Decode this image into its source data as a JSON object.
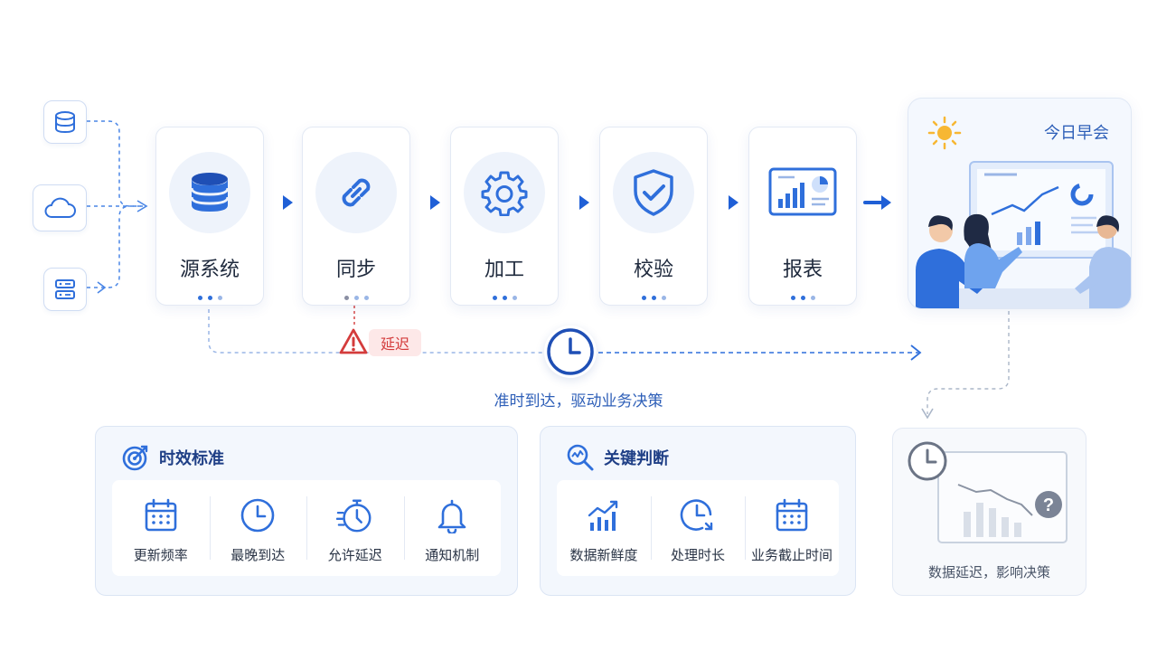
{
  "stages": [
    {
      "label": "源系统",
      "icon": "database-icon"
    },
    {
      "label": "同步",
      "icon": "link-icon"
    },
    {
      "label": "加工",
      "icon": "gear-icon"
    },
    {
      "label": "校验",
      "icon": "shield-check-icon"
    },
    {
      "label": "报表",
      "icon": "report-dashboard-icon"
    }
  ],
  "sources": [
    "database-icon",
    "cloud-icon",
    "server-icon"
  ],
  "meeting": {
    "title": "今日早会"
  },
  "delay": {
    "label": "延迟"
  },
  "caption": "准时到达，驱动业务决策",
  "standards": {
    "title": "时效标准",
    "items": [
      {
        "label": "更新频率",
        "icon": "calendar-icon"
      },
      {
        "label": "最晚到达",
        "icon": "clock-icon"
      },
      {
        "label": "允许延迟",
        "icon": "stopwatch-icon"
      },
      {
        "label": "通知机制",
        "icon": "bell-icon"
      }
    ]
  },
  "judgement": {
    "title": "关键判断",
    "items": [
      {
        "label": "数据新鲜度",
        "icon": "bar-trend-icon"
      },
      {
        "label": "处理时长",
        "icon": "clock-arrow-icon"
      },
      {
        "label": "业务截止时间",
        "icon": "calendar-icon"
      }
    ]
  },
  "impact": {
    "label": "数据延迟，影响决策"
  },
  "colors": {
    "primary": "#2f6fdb",
    "dark_blue": "#1f3f86",
    "alert": "#d43c3c",
    "card_bg": "#eef3fb"
  }
}
